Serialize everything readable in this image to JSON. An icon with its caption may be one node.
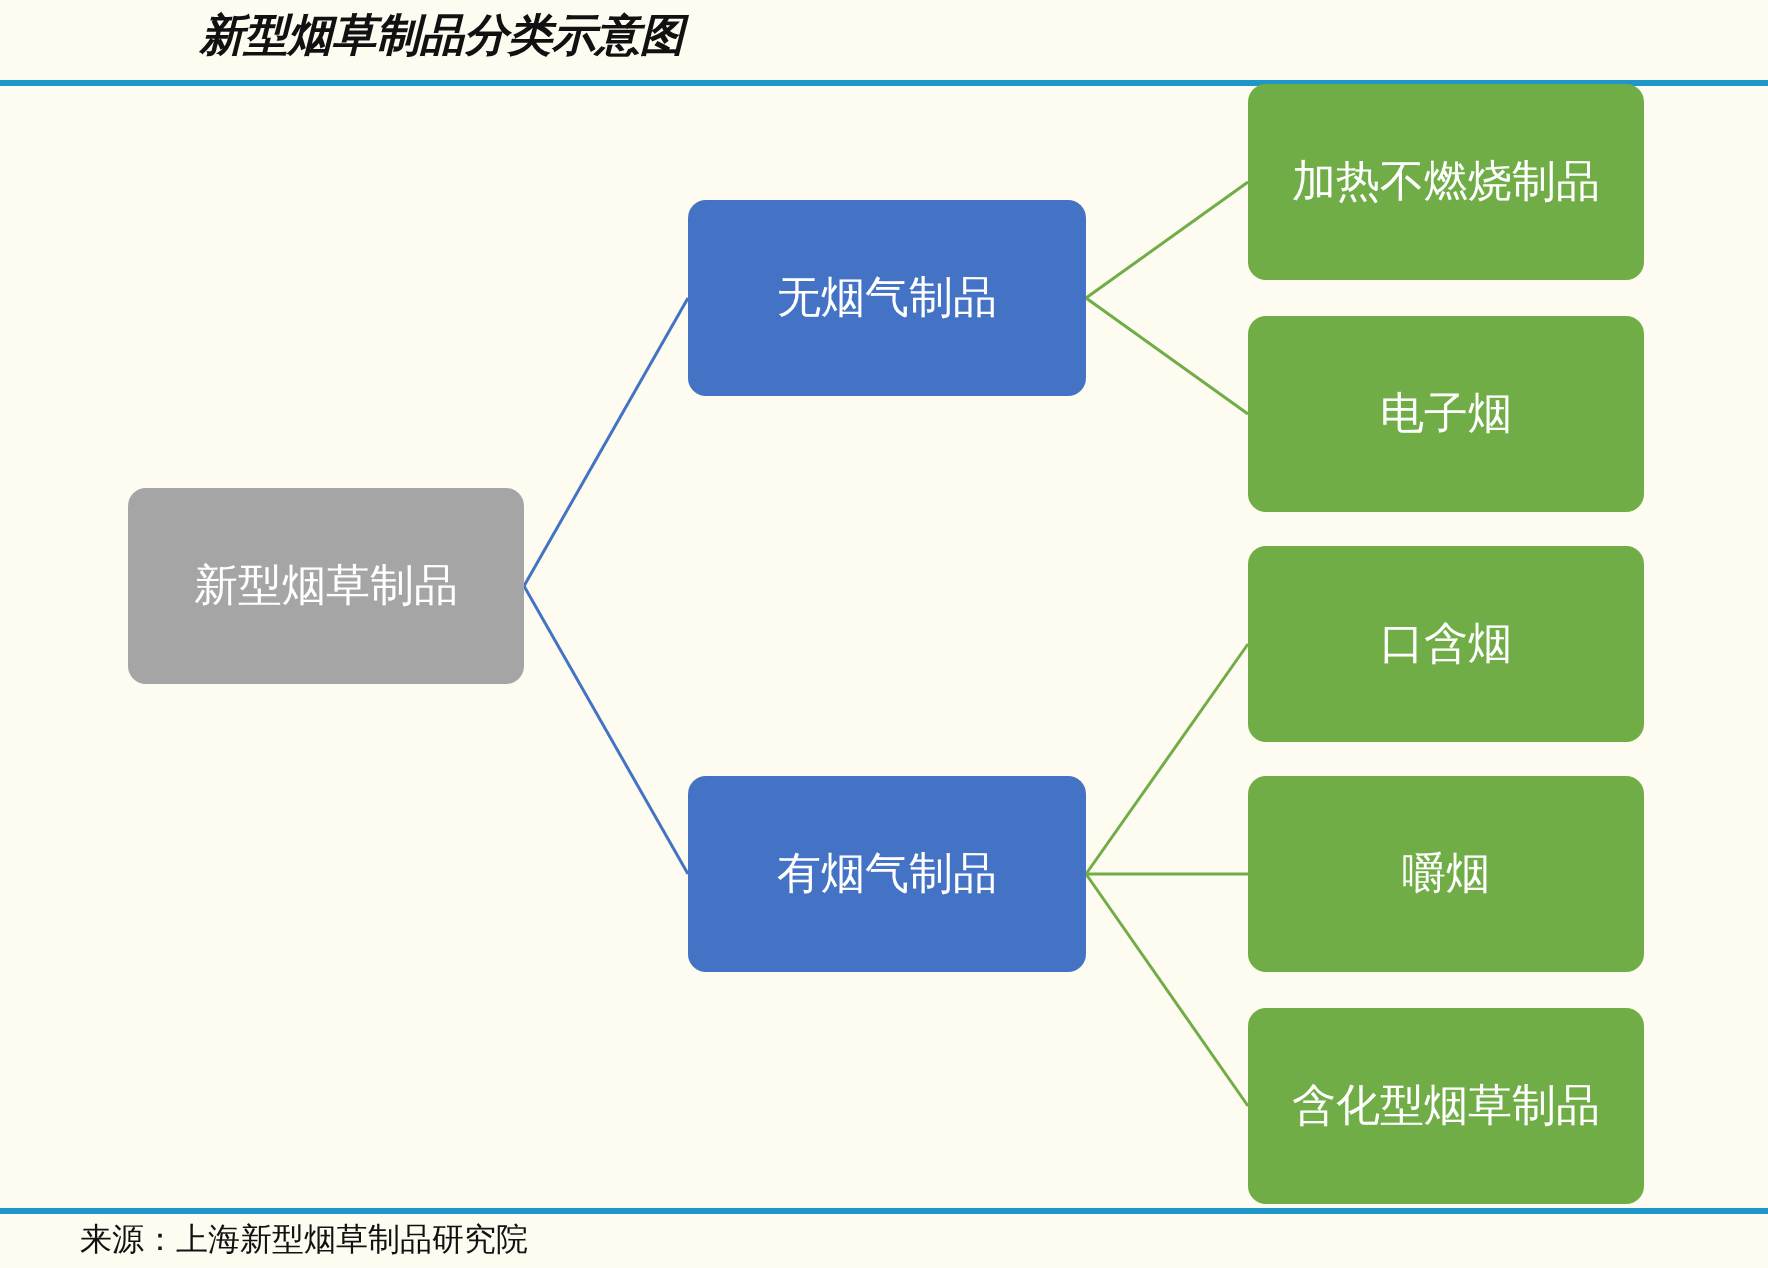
{
  "diagram": {
    "title": "新型烟草制品分类示意图",
    "caption": "来源：上海新型烟草制品研究院",
    "nodes": [
      {
        "text": [
          "新型烟草制品"
        ]
      },
      {
        "text": [
          "无烟气制品"
        ]
      },
      {
        "text": [
          "有烟气制品"
        ]
      },
      {
        "text": [
          "加热不燃烧制品"
        ]
      },
      {
        "text": [
          "电子烟"
        ]
      },
      {
        "text": [
          "口含烟"
        ]
      },
      {
        "text": [
          "嚼烟"
        ]
      },
      {
        "text": [
          "含化型烟草制品"
        ]
      }
    ],
    "edges": [
      {
        "from": 0,
        "to": 1,
        "arrow": "none",
        "color": "#4472c4"
      },
      {
        "from": 0,
        "to": 2,
        "arrow": "none",
        "color": "#4472c4"
      },
      {
        "from": 1,
        "to": 3,
        "arrow": "none"
      },
      {
        "from": 1,
        "to": 4,
        "arrow": "none"
      },
      {
        "from": 2,
        "to": 5,
        "arrow": "none"
      },
      {
        "from": 2,
        "to": 6,
        "arrow": "none"
      },
      {
        "from": 2,
        "to": 7,
        "arrow": "none"
      }
    ]
  }
}
